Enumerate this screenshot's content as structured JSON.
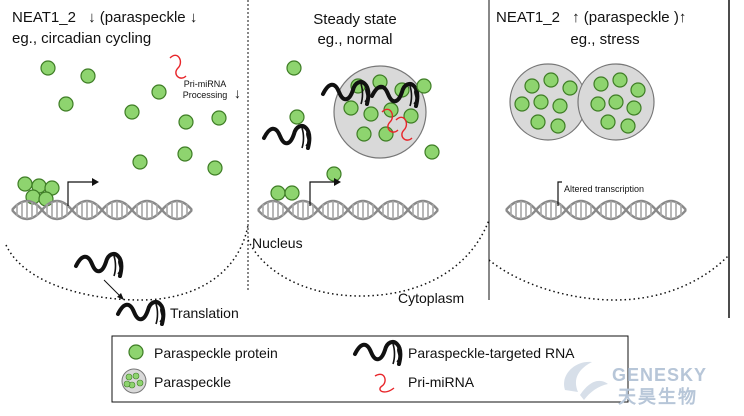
{
  "panels": [
    {
      "id": "left",
      "title_prefix": "NEAT1_2",
      "title_arrow_1": "↓",
      "title_paren": "(paraspeckle",
      "title_arrow_2": "↓",
      "subtitle": "eg., circadian cycling",
      "note": "Pri-miRNA\nProcessing",
      "note_arrow": "↓"
    },
    {
      "id": "middle",
      "title": "Steady state",
      "subtitle": "eg., normal"
    },
    {
      "id": "right",
      "title_prefix": "NEAT1_2",
      "title_arrow_1": "↑",
      "title_paren": "(paraspeckle",
      "title_arrow_2": ")↑",
      "subtitle": "eg., stress",
      "note": "Altered transcription"
    }
  ],
  "labels": {
    "nucleus": "Nucleus",
    "cytoplasm": "Cytoplasm",
    "translation": "Translation"
  },
  "legend": {
    "items": [
      {
        "icon": "paraspeckle-protein-icon",
        "label": "Paraspeckle protein"
      },
      {
        "icon": "paraspeckle-targeted-rna-icon",
        "label": "Paraspeckle-targeted RNA"
      },
      {
        "icon": "paraspeckle-icon",
        "label": "Paraspeckle"
      },
      {
        "icon": "pri-mirna-icon",
        "label": "Pri-miRNA"
      }
    ]
  },
  "watermark": {
    "brand": "GENESKY",
    "brand_cn": "天昊生物"
  },
  "colors": {
    "protein_fill": "#8ed46f",
    "protein_stroke": "#3e7d25",
    "paraspeckle_fill": "#d9d9d9",
    "rna_stroke": "#111111",
    "mirna_stroke": "#e8262b",
    "dna_color": "#8a8a8a"
  }
}
